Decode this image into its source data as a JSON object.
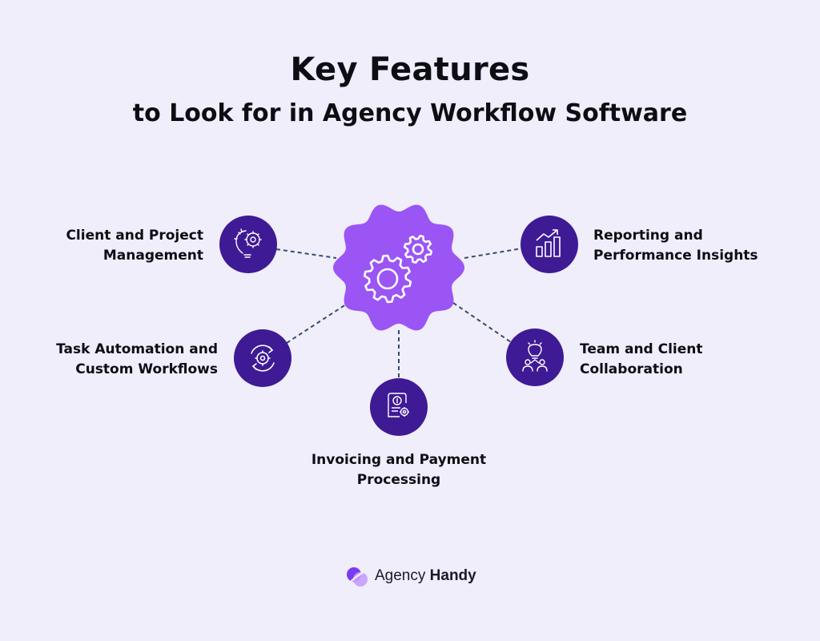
{
  "title": "Key Features",
  "subtitle": "to Look for in Agency Workflow Software",
  "colors": {
    "background": "#efeefa",
    "center_node": "#9b55f5",
    "feature_node": "#3f1a95",
    "connector": "#3a4a6b"
  },
  "center": {
    "icon": "gears-icon"
  },
  "features": [
    {
      "id": "client-project",
      "line1": "Client and Project",
      "line2": "Management",
      "icon": "lightbulb-gear-icon"
    },
    {
      "id": "reporting",
      "line1": "Reporting and",
      "line2": "Performance Insights",
      "icon": "bar-chart-growth-icon"
    },
    {
      "id": "automation",
      "line1": "Task Automation and",
      "line2": "Custom Workflows",
      "icon": "refresh-gear-icon"
    },
    {
      "id": "collaboration",
      "line1": "Team and Client",
      "line2": "Collaboration",
      "icon": "team-idea-icon"
    },
    {
      "id": "invoicing",
      "line1": "Invoicing and Payment",
      "line2": "Processing",
      "icon": "invoice-dollar-icon"
    }
  ],
  "brand": {
    "name_regular": "Agency",
    "name_bold": "Handy",
    "icon": "agency-handy-logo-icon"
  }
}
